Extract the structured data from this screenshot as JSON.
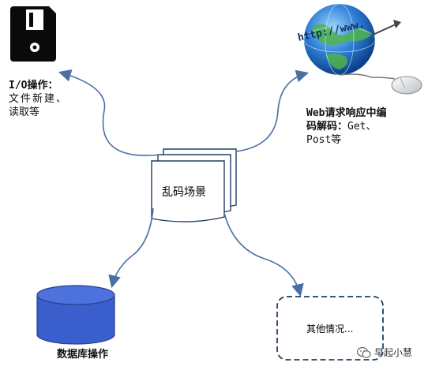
{
  "center": {
    "label": "乱码场景"
  },
  "io": {
    "line1": "I/O操作：",
    "line2": "文件新建、",
    "line3": "读取等"
  },
  "web": {
    "line1": "Web请求响应中编",
    "line2_bold": "码解码：",
    "line2_rest": "Get、",
    "line3": "Post等"
  },
  "database": {
    "label": "数据库操作"
  },
  "others": {
    "label": "其他情况..."
  },
  "globe": {
    "url_text": "http://www."
  },
  "watermark": {
    "text": "早起小慧"
  },
  "colors": {
    "arrow": "#4a6fa5",
    "cylinder": "#3a5fcd",
    "border": "#1f3f63"
  }
}
